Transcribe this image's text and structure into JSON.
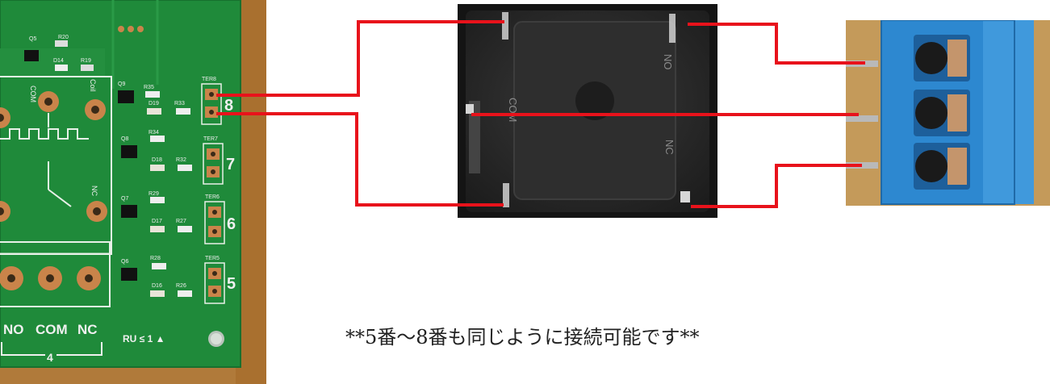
{
  "caption": "**5番〜8番も同じように接続可能です**",
  "colors": {
    "wire": "#e8121b",
    "pcb_green": "#1f8a3a",
    "pad_copper": "#c9844a",
    "relay_body": "#2a2a2a",
    "terminal_blue": "#2d88d0"
  },
  "pcb": {
    "terminal_numbers": [
      "8",
      "7",
      "6",
      "5"
    ],
    "terminal_labels": [
      "TER8",
      "TER7",
      "TER6",
      "TER5"
    ],
    "transistors": [
      "Q9",
      "Q8",
      "Q7",
      "Q6"
    ],
    "resistors_a": [
      "R35",
      "R34",
      "R29",
      "R28"
    ],
    "resistors_b": [
      "R33",
      "R32",
      "R27",
      "R26"
    ],
    "leds": [
      "D19",
      "D18",
      "D17",
      "D16"
    ],
    "top_parts": [
      "Q5",
      "R20",
      "D14",
      "R19"
    ],
    "relay_pins": {
      "com": "COM",
      "coil": "Coil",
      "nc": "NC"
    },
    "bottom_labels": {
      "no": "NO",
      "com": "COM",
      "nc": "NC",
      "num": "4"
    },
    "marking": "RU ≤ 1 ▲"
  },
  "relay": {
    "pin_labels": {
      "no": "NO",
      "com": "COM",
      "nc": "NC"
    }
  }
}
